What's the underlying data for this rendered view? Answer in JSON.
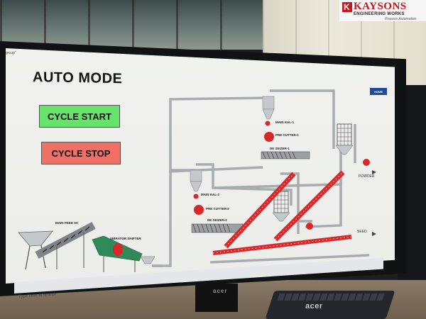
{
  "screen": {
    "tab_title": "group\"",
    "title": "AUTO MODE",
    "buttons": {
      "cycle_start": "CYCLE START",
      "cycle_stop": "CYCLE STOP",
      "home": "HOME"
    },
    "labels": {
      "main_kal_1": "MAIN KAL-1",
      "pre_cutter_1": "PRE CUTTER-1",
      "de_seizer_1": "DE SEIZER-1",
      "main_kal_2": "MAIN KAL-2",
      "pre_cutter_2": "PRE CUTTER-2",
      "de_seizer_2": "DE SEIZER-2",
      "main_feed": "MAIN FEED SC",
      "vibrator_shifter": "VIBRATOR SHIFTER",
      "powder": "POWDER",
      "seed": "SEED"
    },
    "taskbar_search": "Type here to search"
  },
  "monitor_brand": "acer",
  "keyboard_brand": "acer",
  "logo": {
    "name": "KAYSONS",
    "subtitle": "ENGINEERING WORKS",
    "tagline": "Process Automation"
  },
  "colors": {
    "start_green": "#67e36b",
    "stop_red": "#f07065",
    "conveyor_red": "#d8282a",
    "home_blue": "#1e4b9a",
    "brand_red": "#c4161c"
  }
}
